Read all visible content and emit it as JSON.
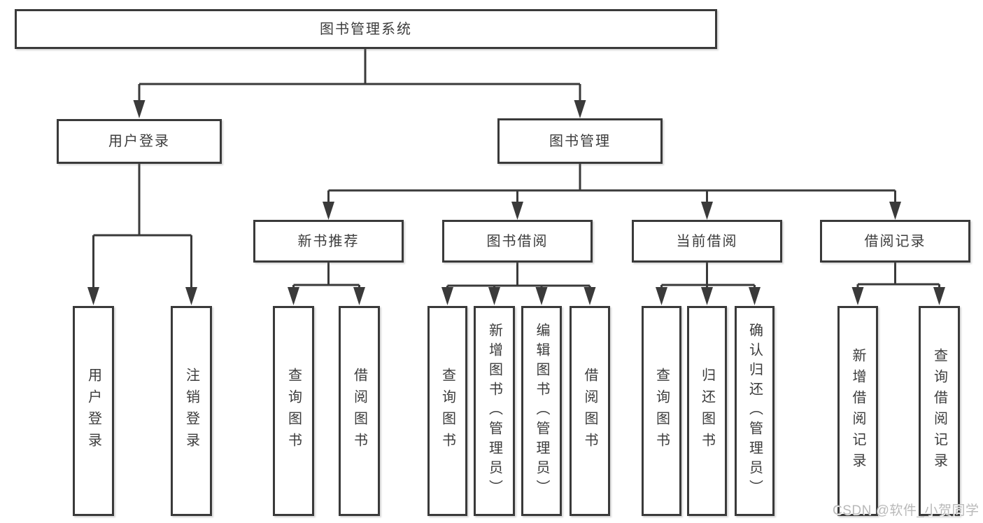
{
  "page": {
    "title": "图书管理系统"
  },
  "diagram": {
    "root": {
      "label": "图书管理系统"
    },
    "branches": [
      {
        "label": "用户登录",
        "children": [
          {
            "label": "用户登录"
          },
          {
            "label": "注销登录"
          }
        ]
      },
      {
        "label": "图书管理",
        "children": [
          {
            "label": "新书推荐",
            "children": [
              {
                "label": "查询图书"
              },
              {
                "label": "借阅图书"
              }
            ]
          },
          {
            "label": "图书借阅",
            "children": [
              {
                "label": "查询图书"
              },
              {
                "label": "新增图书（管理员）"
              },
              {
                "label": "编辑图书（管理员）"
              },
              {
                "label": "借阅图书"
              }
            ]
          },
          {
            "label": "当前借阅",
            "children": [
              {
                "label": "查询图书"
              },
              {
                "label": "归还图书"
              },
              {
                "label": "确认归还（管理员）"
              }
            ]
          },
          {
            "label": "借阅记录",
            "children": [
              {
                "label": "新增借阅记录"
              },
              {
                "label": "查询借阅记录"
              }
            ]
          }
        ]
      }
    ]
  },
  "watermark": {
    "text": "CSDN @软件_小贺同学"
  },
  "colors": {
    "line": "#3a3a3a",
    "text": "#3c3c3c",
    "watermark": "#b9b9b9",
    "background": "#ffffff"
  }
}
